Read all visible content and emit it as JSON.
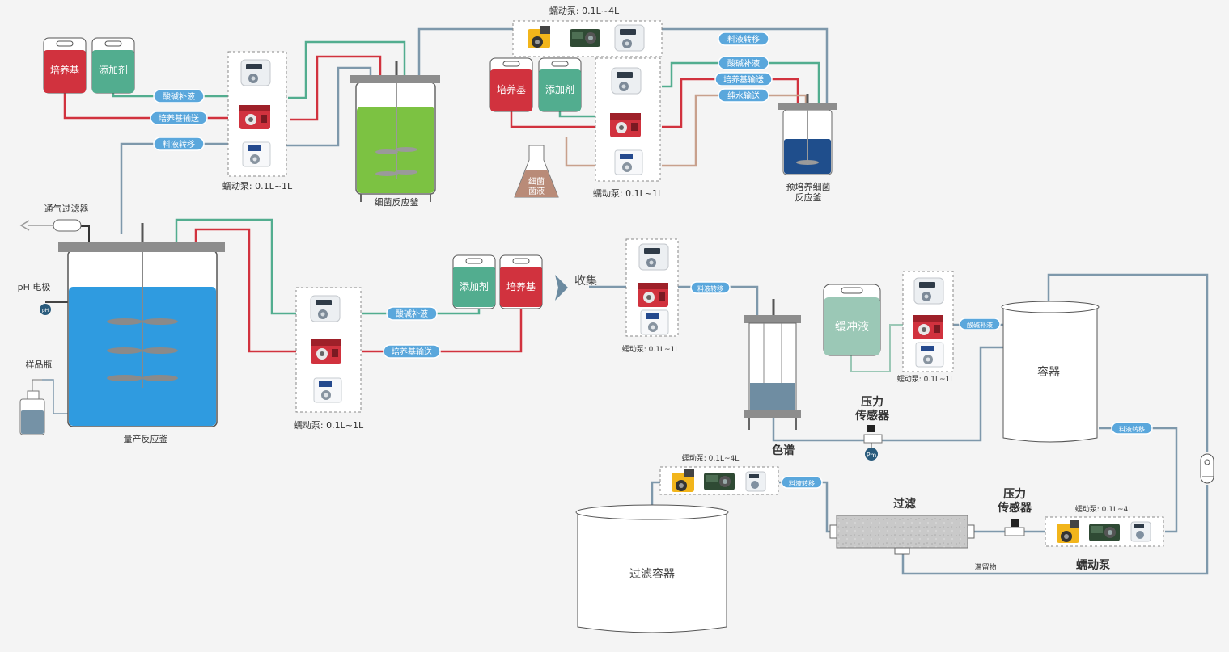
{
  "colors": {
    "red": "#d1323e",
    "green": "#52ad8f",
    "slate": "#7e98ab",
    "tan": "#c8a08c",
    "blue": "#2f9be0",
    "pill": "#5aa7dc",
    "lime": "#7cc242",
    "navy": "#1f4e8c"
  },
  "labels": {
    "bag_medium": "培养基",
    "bag_additive": "添加剂",
    "bag_buffer": "缓冲液",
    "pill_acidbase": "酸碱补液",
    "pill_medium": "培养基输送",
    "pill_transfer": "料液转移",
    "pill_water": "纯水输送",
    "pump_01_1": "蠕动泵: 0.1L~1L",
    "pump_01_4": "蠕动泵: 0.1L~4L",
    "pump_01_1_small": "蠕动泵: 0.1L~1L",
    "pump_01_4_small": "蠕动泵: 0.1L~4L",
    "pump_plain": "蠕动泵",
    "bacteria_reactor": "细菌反应釜",
    "preculture_reactor_l1": "预培养细菌",
    "preculture_reactor_l2": "反应釜",
    "bacteria_solution_l1": "细菌",
    "bacteria_solution_l2": "菌液",
    "vent_filter": "通气过滤器",
    "ph_electrode": "pH 电极",
    "ph_badge": "pH",
    "sample_bottle": "样品瓶",
    "production_reactor": "量产反应釜",
    "collect": "收集",
    "chromatography": "色谱",
    "pressure_l1": "压力",
    "pressure_l2": "传感器",
    "pm_badge": "Pm",
    "container": "容器",
    "filtration": "过滤",
    "filter_container": "过滤容器",
    "retentate": "滞留物"
  }
}
